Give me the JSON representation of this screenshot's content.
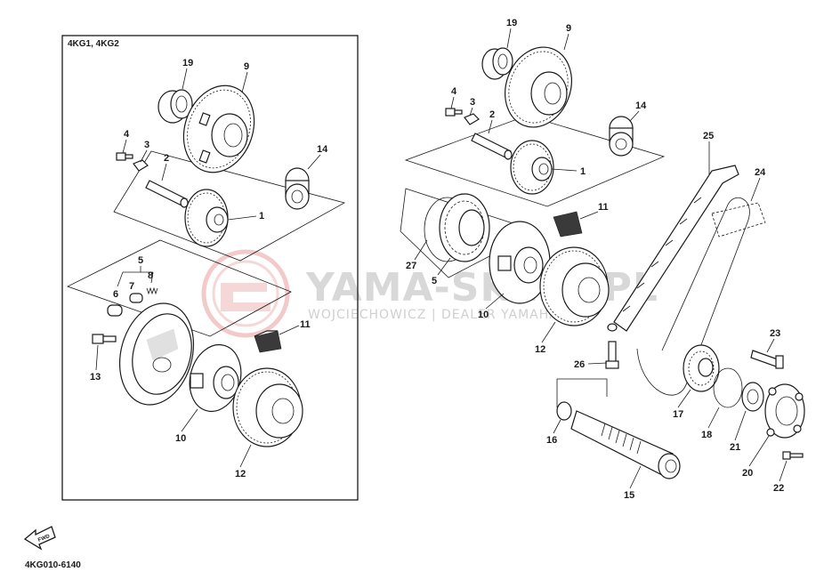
{
  "inset": {
    "title": "4KG1, 4KG2"
  },
  "footer": {
    "drawing_code": "4KG010-6140",
    "fwd_label": "FWD"
  },
  "watermark": {
    "brand": "YAMA-SKLEP.PL",
    "subtitle": "WOJCIECHOWICZ | DEALER YAMAHA"
  },
  "colors": {
    "line": "#1a1a1a",
    "watermark_logo": "#e9a0a0",
    "watermark_text": "#d8d8d8"
  },
  "callouts": {
    "inset": {
      "n19": "19",
      "n9": "9",
      "n4": "4",
      "n3": "3",
      "n2": "2",
      "n14": "14",
      "n1": "1",
      "n5": "5",
      "n7": "7",
      "n8": "8",
      "n6": "6",
      "n11": "11",
      "n13": "13",
      "n10": "10",
      "n12": "12"
    },
    "main": {
      "n19": "19",
      "n9": "9",
      "n4": "4",
      "n3": "3",
      "n2": "2",
      "n14": "14",
      "n1": "1",
      "n11": "11",
      "n27": "27",
      "n5": "5",
      "n10": "10",
      "n12": "12",
      "n25": "25",
      "n24": "24",
      "n23": "23",
      "n26": "26",
      "n17": "17",
      "n18": "18",
      "n21": "21",
      "n16": "16",
      "n15": "15",
      "n20": "20",
      "n22": "22"
    }
  }
}
